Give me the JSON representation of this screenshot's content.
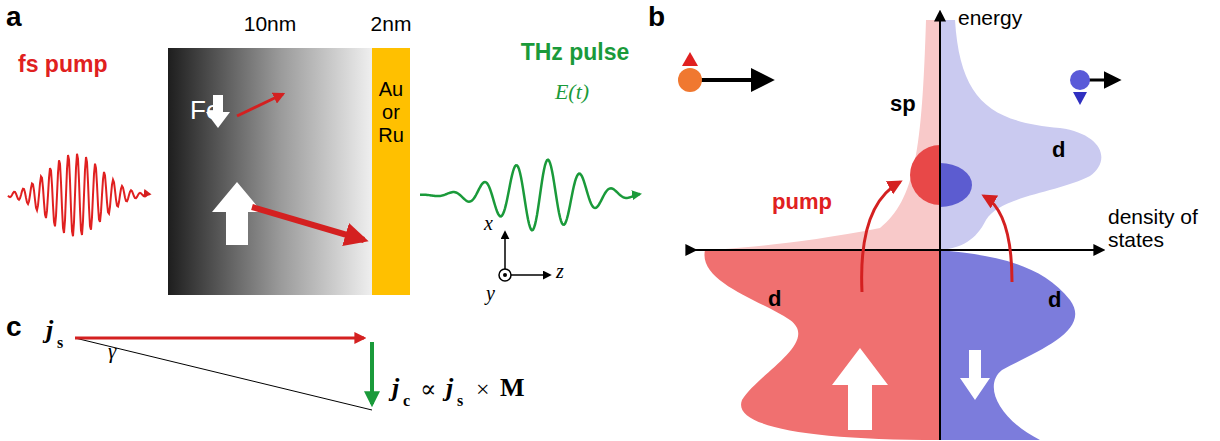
{
  "diagram": {
    "nodes": [
      {
        "text": [
          "Fe"
        ]
      },
      {
        "text": [
          "Au or Ru"
        ]
      }
    ],
    "labels": [
      "a",
      "fs pump",
      "10nm",
      "2nm",
      "THz pulse",
      "E(t)",
      "x",
      "y",
      "z",
      "b",
      "energy",
      "sp",
      "d",
      "pump",
      "density of states",
      "d",
      "d",
      "c",
      "j",
      "s",
      "γ",
      "j",
      "c",
      "∝",
      "j",
      "s",
      "×",
      "M"
    ]
  }
}
